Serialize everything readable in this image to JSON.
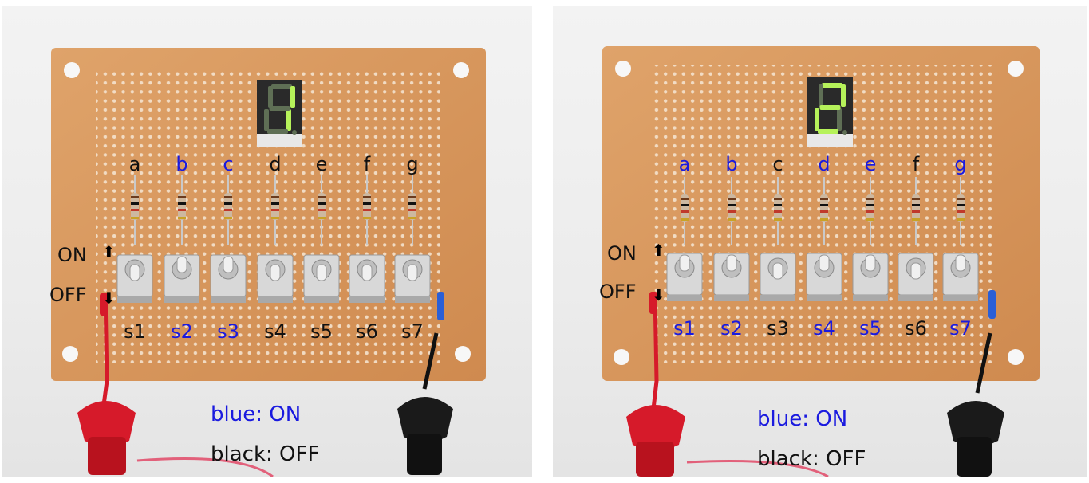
{
  "panels": [
    {
      "id": "left",
      "display_digit": "1",
      "segments": [
        {
          "label": "a",
          "state": "off"
        },
        {
          "label": "b",
          "state": "on"
        },
        {
          "label": "c",
          "state": "on"
        },
        {
          "label": "d",
          "state": "off"
        },
        {
          "label": "e",
          "state": "off"
        },
        {
          "label": "f",
          "state": "off"
        },
        {
          "label": "g",
          "state": "off"
        }
      ],
      "switches": [
        {
          "label": "s1",
          "state": "off"
        },
        {
          "label": "s2",
          "state": "on"
        },
        {
          "label": "s3",
          "state": "on"
        },
        {
          "label": "s4",
          "state": "off"
        },
        {
          "label": "s5",
          "state": "off"
        },
        {
          "label": "s6",
          "state": "off"
        },
        {
          "label": "s7",
          "state": "off"
        }
      ],
      "on_label": "ON",
      "off_label": "OFF",
      "legend_on": "blue: ON",
      "legend_off": "black: OFF"
    },
    {
      "id": "right",
      "display_digit": "2",
      "segments": [
        {
          "label": "a",
          "state": "on"
        },
        {
          "label": "b",
          "state": "on"
        },
        {
          "label": "c",
          "state": "off"
        },
        {
          "label": "d",
          "state": "on"
        },
        {
          "label": "e",
          "state": "on"
        },
        {
          "label": "f",
          "state": "off"
        },
        {
          "label": "g",
          "state": "on"
        }
      ],
      "switches": [
        {
          "label": "s1",
          "state": "on"
        },
        {
          "label": "s2",
          "state": "on"
        },
        {
          "label": "s3",
          "state": "off"
        },
        {
          "label": "s4",
          "state": "on"
        },
        {
          "label": "s5",
          "state": "on"
        },
        {
          "label": "s6",
          "state": "off"
        },
        {
          "label": "s7",
          "state": "on"
        }
      ],
      "on_label": "ON",
      "off_label": "OFF",
      "legend_on": "blue: ON",
      "legend_off": "black: OFF"
    }
  ],
  "colors": {
    "on_text": "#1a1adf",
    "off_text": "#111111",
    "board": "#d9975c",
    "segment_lit": "#b6f25a",
    "segment_dim": "#5f6f55",
    "probe_red": "#d61a2a",
    "probe_black": "#1a1a1a"
  },
  "icons": [
    "arrow-up-icon",
    "arrow-down-icon"
  ]
}
